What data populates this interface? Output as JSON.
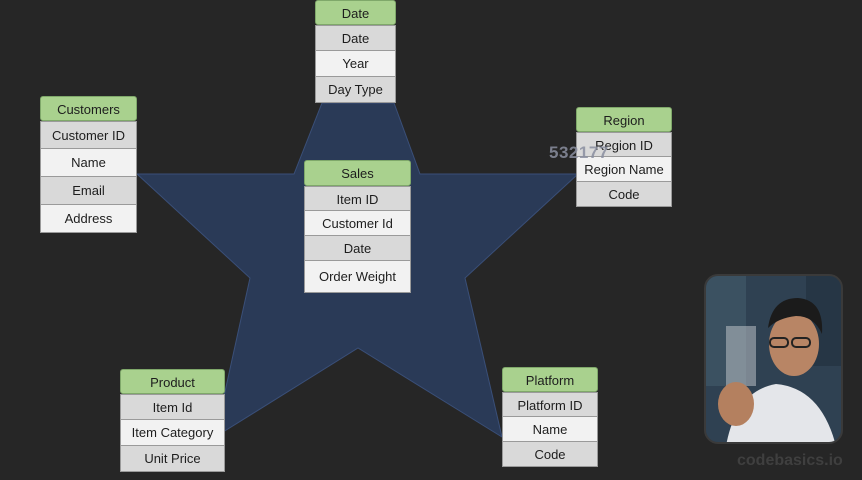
{
  "entities": {
    "date": {
      "title": "Date",
      "fields": [
        "Date",
        "Year",
        "Day Type"
      ]
    },
    "customers": {
      "title": "Customers",
      "fields": [
        "Customer ID",
        "Name",
        "Email",
        "Address"
      ]
    },
    "region": {
      "title": "Region",
      "fields": [
        "Region ID",
        "Region Name",
        "Code"
      ]
    },
    "sales": {
      "title": "Sales",
      "fields": [
        "Item ID",
        "Customer Id",
        "Date",
        "Order Weight"
      ]
    },
    "product": {
      "title": "Product",
      "fields": [
        "Item Id",
        "Item Category",
        "Unit Price"
      ]
    },
    "platform": {
      "title": "Platform",
      "fields": [
        "Platform ID",
        "Name",
        "Code"
      ]
    }
  },
  "overlay_number": "532177",
  "watermark": "codebasics.io",
  "colors": {
    "background": "#262626",
    "star_fill": "#2a3a57",
    "header_green": "#a9d18e",
    "row_gray": "#d9d9d9",
    "row_light": "#f2f2f2"
  }
}
